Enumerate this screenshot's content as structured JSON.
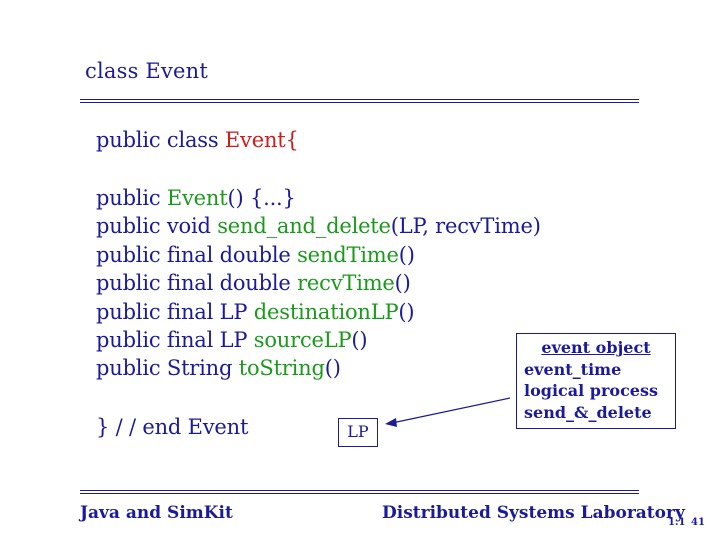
{
  "slide": {
    "title": "class Event"
  },
  "code": {
    "line1": {
      "a": "public class ",
      "b": "Event",
      "c": "{"
    },
    "line2": {
      "a": "public ",
      "b": "Event",
      "c": "() {...}"
    },
    "line3": {
      "a": "public void ",
      "b": "send_and_delete",
      "c": "(LP, recvTime)"
    },
    "line4": {
      "a": "public final double ",
      "b": "sendTime",
      "c": "()"
    },
    "line5": {
      "a": "public final double ",
      "b": "recvTime",
      "c": "()"
    },
    "line6": {
      "a": "public final LP ",
      "b": "destinationLP",
      "c": "()"
    },
    "line7": {
      "a": "public final LP ",
      "b": "sourceLP",
      "c": "()"
    },
    "line8": {
      "a": "public String ",
      "b": "toString",
      "c": "()"
    },
    "line9": "}  / /  end Event"
  },
  "lp_box": "LP",
  "event_object": {
    "heading": "event object",
    "items": [
      "event_time",
      "logical process",
      "send_&_delete"
    ]
  },
  "footer": {
    "left": "Java and SimKit",
    "right": "Distributed Systems Laboratory",
    "page_a": "1.1",
    "page_b": "41"
  },
  "colors": {
    "text": "#1a1a9a",
    "keyword_red": "#d11a1a",
    "identifier_green": "#1a9a1a"
  }
}
